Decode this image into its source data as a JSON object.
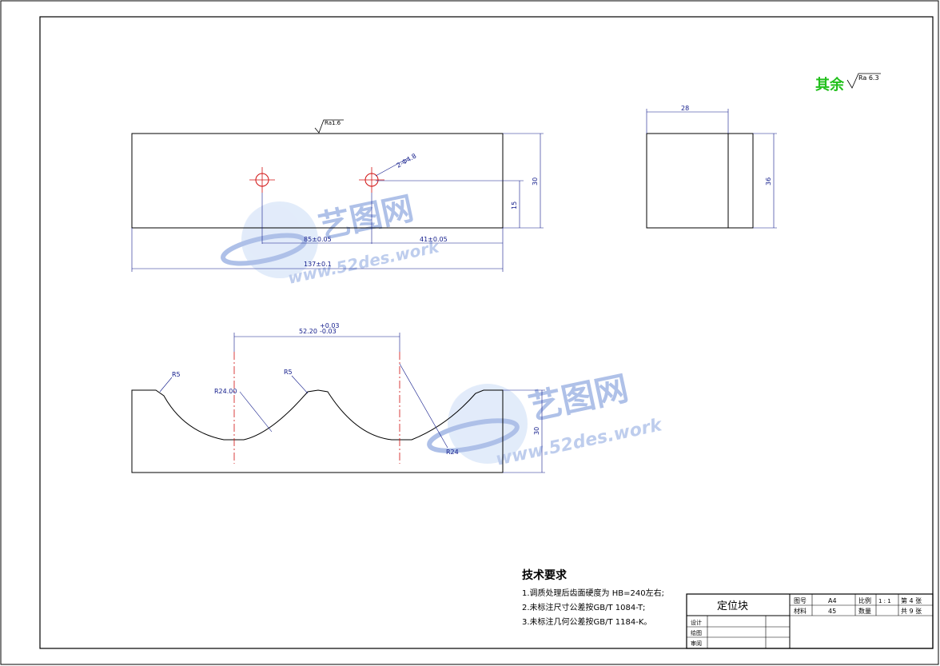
{
  "remaining_roughness": {
    "prefix": "其余",
    "symbol": "Ra 6.3"
  },
  "top_roughness": "Ra1.6",
  "dimensions": {
    "total_length": "137±0.1",
    "hole_spacing": "85±0.05",
    "hole_to_end": "41±0.05",
    "height": "30",
    "hole_height": "15",
    "hole_spec": "2-Φ4.8",
    "side_width": "28",
    "side_height": "36",
    "profile_height": "30",
    "groove_pitch": "52.20",
    "groove_pitch_tol_upper": "+0.03",
    "groove_pitch_tol_lower": "-0.03",
    "radius_center": "R24.00",
    "radius_small_1": "R5",
    "radius_small_2": "R5",
    "radius_large": "R24"
  },
  "watermark": {
    "brand": "艺图网",
    "url": "www.52des.work"
  },
  "tech_requirements": {
    "title": "技术要求",
    "items": [
      "1.调质处理后齿面硬度为 HB=240左右;",
      "2.未标注尺寸公差按GB/T 1084-T;",
      "3.未标注几何公差按GB/T 1184-K。"
    ]
  },
  "title_block": {
    "part_name": "定位块",
    "drawing_no_label": "图号",
    "drawing_no": "A4",
    "material_label": "材料",
    "material": "45",
    "scale_label": "比例",
    "scale": "1 : 1",
    "quantity_label": "数量",
    "sheet": "第 4 张",
    "total_sheets": "共 9 张",
    "design_label": "设计",
    "draw_label": "绘图",
    "review_label": "审阅"
  },
  "colors": {
    "outline": "#000000",
    "dimension": "#101a8a",
    "centerline": "#d11010",
    "remaining_prefix": "#22c01c",
    "watermark": "#7d9ad8"
  }
}
